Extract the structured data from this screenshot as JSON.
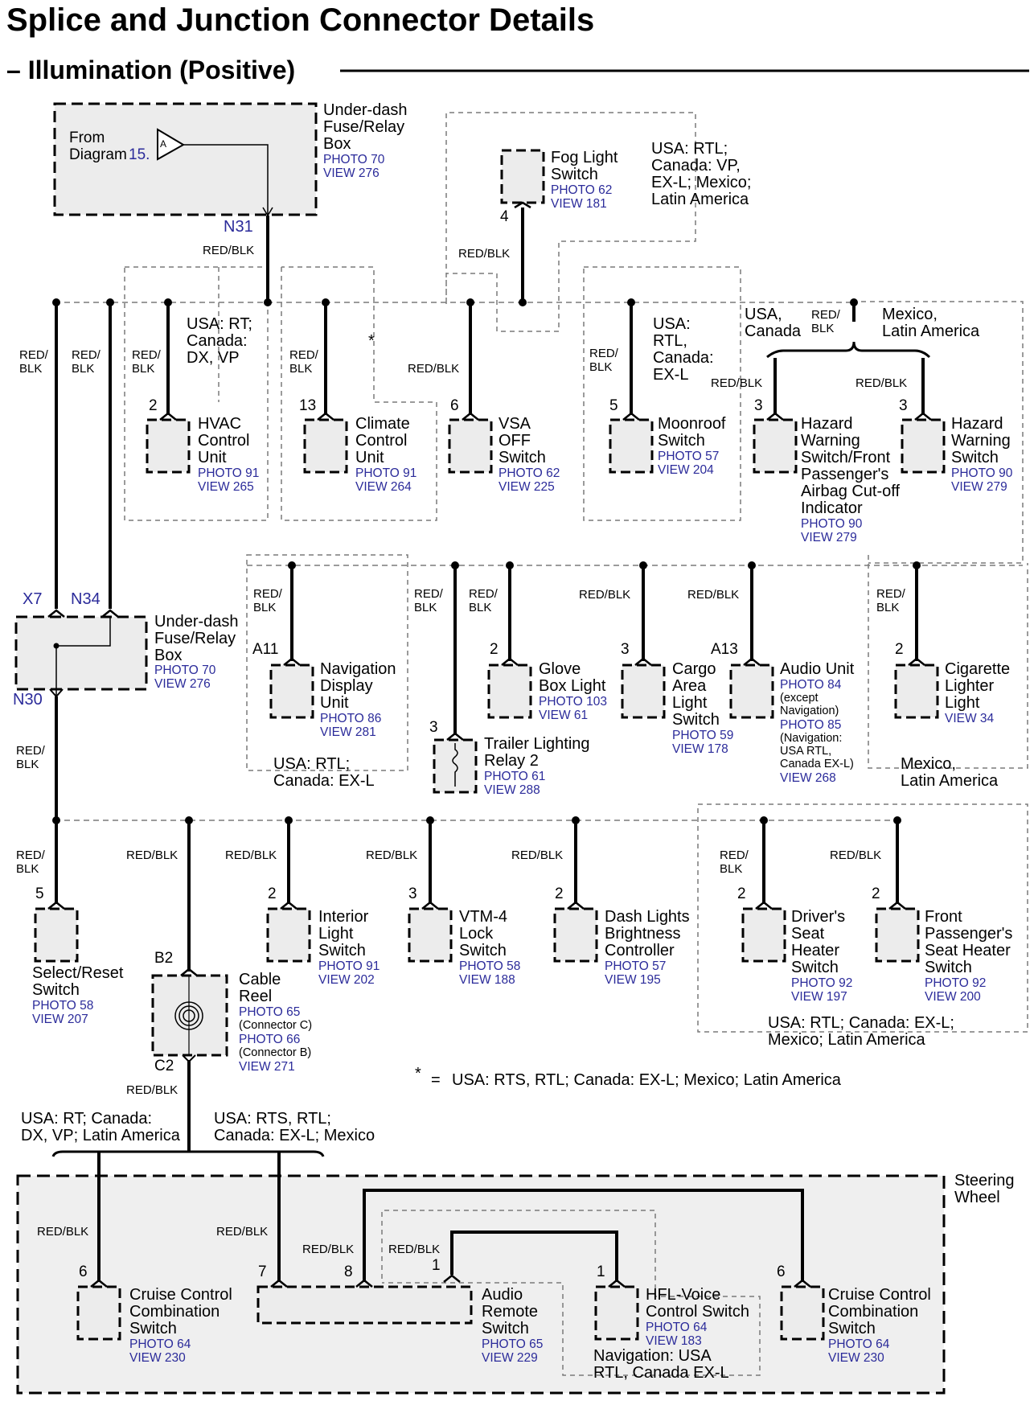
{
  "title": "Splice and Junction Connector Details",
  "subtitle": "– Illumination (Positive)",
  "wire_color": "RED/BLK",
  "wire_color_split": "RED/\nBLK",
  "palette": {
    "line": "#000000",
    "dash": "#7a7a7a",
    "box_fill": "#ececec",
    "region_fill": "#efefef",
    "ref": "#2b2b9a"
  },
  "top": {
    "from_diagram": "From\nDiagram",
    "diagram_no": "15.",
    "arrow_label": "A",
    "fuse_box": "Under-dash\nFuse/Relay\nBox",
    "fuse_box_ref": "PHOTO 70\nVIEW 276",
    "n31": "N31",
    "fog_light_switch": "Fog Light\nSwitch",
    "fog_light_ref": "PHOTO 62\nVIEW 181",
    "fog_pin": "4",
    "fog_cond": "USA: RTL;\nCanada: VP,\nEX-L; Mexico;\nLatin America"
  },
  "row1": {
    "hvac_cond": "USA: RT;\nCanada:\nDX, VP",
    "star": "*",
    "moonroof_cond": "USA:\nRTL,\nCanada:\nEX-L",
    "usa_canada": "USA,\nCanada",
    "mexico_latin": "Mexico,\nLatin America",
    "hvac": {
      "pin": "2",
      "name": "HVAC\nControl\nUnit",
      "ref": "PHOTO 91\nVIEW 265"
    },
    "climate": {
      "pin": "13",
      "name": "Climate\nControl\nUnit",
      "ref": "PHOTO 91\nVIEW 264"
    },
    "vsa": {
      "pin": "6",
      "name": "VSA\nOFF\nSwitch",
      "ref": "PHOTO 62\nVIEW 225"
    },
    "moonroof": {
      "pin": "5",
      "name": "Moonroof\nSwitch",
      "ref": "PHOTO 57\nVIEW 204"
    },
    "hazard1": {
      "pin": "3",
      "name": "Hazard\nWarning\nSwitch/Front\nPassenger's\nAirbag Cut-off\nIndicator",
      "ref": "PHOTO 90\nVIEW 279"
    },
    "hazard2": {
      "pin": "3",
      "name": "Hazard\nWarning\nSwitch",
      "ref": "PHOTO 90\nVIEW 279"
    }
  },
  "mid": {
    "x7": "X7",
    "n34": "N34",
    "n30": "N30",
    "fuse_box2": "Under-dash\nFuse/Relay\nBox",
    "fuse_box2_ref": "PHOTO 70\nVIEW 276",
    "nav": {
      "pin": "A11",
      "name": "Navigation\nDisplay\nUnit",
      "ref": "PHOTO 86\nVIEW 281",
      "cond": "USA: RTL;\nCanada: EX-L"
    },
    "trailer": {
      "pin": "3",
      "name": "Trailer Lighting\nRelay 2",
      "ref": "PHOTO 61\nVIEW 288"
    },
    "glove": {
      "pin": "2",
      "name": "Glove\nBox Light",
      "ref": "PHOTO 103\nVIEW 61"
    },
    "cargo": {
      "pin": "3",
      "name": "Cargo\nArea\nLight\nSwitch",
      "ref": "PHOTO 59\nVIEW 178"
    },
    "audio": {
      "pin": "A13",
      "name": "Audio Unit",
      "ref1": "PHOTO 84",
      "note1": "(except\nNavigation)",
      "ref2": "PHOTO 85",
      "note2": "(Navigation:\nUSA RTL,\nCanada EX-L)",
      "ref3": "VIEW 268"
    },
    "cig": {
      "pin": "2",
      "name": "Cigarette\nLighter\nLight",
      "ref": "VIEW 34",
      "cond": "Mexico,\nLatin America"
    }
  },
  "row3": {
    "select": {
      "pin": "5",
      "name": "Select/Reset\nSwitch",
      "ref": "PHOTO 58\nVIEW 207"
    },
    "cable": {
      "pin_top": "B2",
      "pin_bot": "C2",
      "name": "Cable\nReel",
      "ref1": "PHOTO 65",
      "note1": "(Connector C)",
      "ref2": "PHOTO 66",
      "note2": "(Connector B)",
      "ref3": "VIEW 271"
    },
    "interior": {
      "pin": "2",
      "name": "Interior\nLight\nSwitch",
      "ref": "PHOTO 91\nVIEW 202"
    },
    "vtm": {
      "pin": "3",
      "name": "VTM-4\nLock\nSwitch",
      "ref": "PHOTO 58\nVIEW 188"
    },
    "dash": {
      "pin": "2",
      "name": "Dash Lights\nBrightness\nController",
      "ref": "PHOTO 57\nVIEW 195"
    },
    "driver": {
      "pin": "2",
      "name": "Driver's\nSeat\nHeater\nSwitch",
      "ref": "PHOTO 92\nVIEW 197"
    },
    "front": {
      "pin": "2",
      "name": "Front\nPassenger's\nSeat Heater\nSwitch",
      "ref": "PHOTO 92\nVIEW 200"
    },
    "heater_cond": "USA: RTL; Canada: EX-L;\nMexico; Latin America",
    "footnote_star": "*",
    "footnote_eq": "=",
    "footnote": "USA: RTS, RTL; Canada: EX-L; Mexico; Latin America"
  },
  "bottom": {
    "cond_left": "USA: RT; Canada:\nDX, VP; Latin America",
    "cond_right": "USA: RTS, RTL;\nCanada: EX-L; Mexico",
    "steering": "Steering\nWheel",
    "cruise1": {
      "pin": "6",
      "name": "Cruise Control\nCombination\nSwitch",
      "ref": "PHOTO 64\nVIEW 230"
    },
    "audio_remote": {
      "pin7": "7",
      "pin8": "8",
      "pin1": "1",
      "name": "Audio\nRemote\nSwitch",
      "ref": "PHOTO 65\nVIEW 229"
    },
    "hfl": {
      "pin": "1",
      "name": "HFL-Voice\nControl Switch",
      "ref": "PHOTO 64\nVIEW 183"
    },
    "nav_cond": "Navigation: USA\nRTL, Canada EX-L",
    "cruise2": {
      "pin": "6",
      "name": "Cruise Control\nCombination\nSwitch",
      "ref": "PHOTO 64\nVIEW 230"
    }
  }
}
